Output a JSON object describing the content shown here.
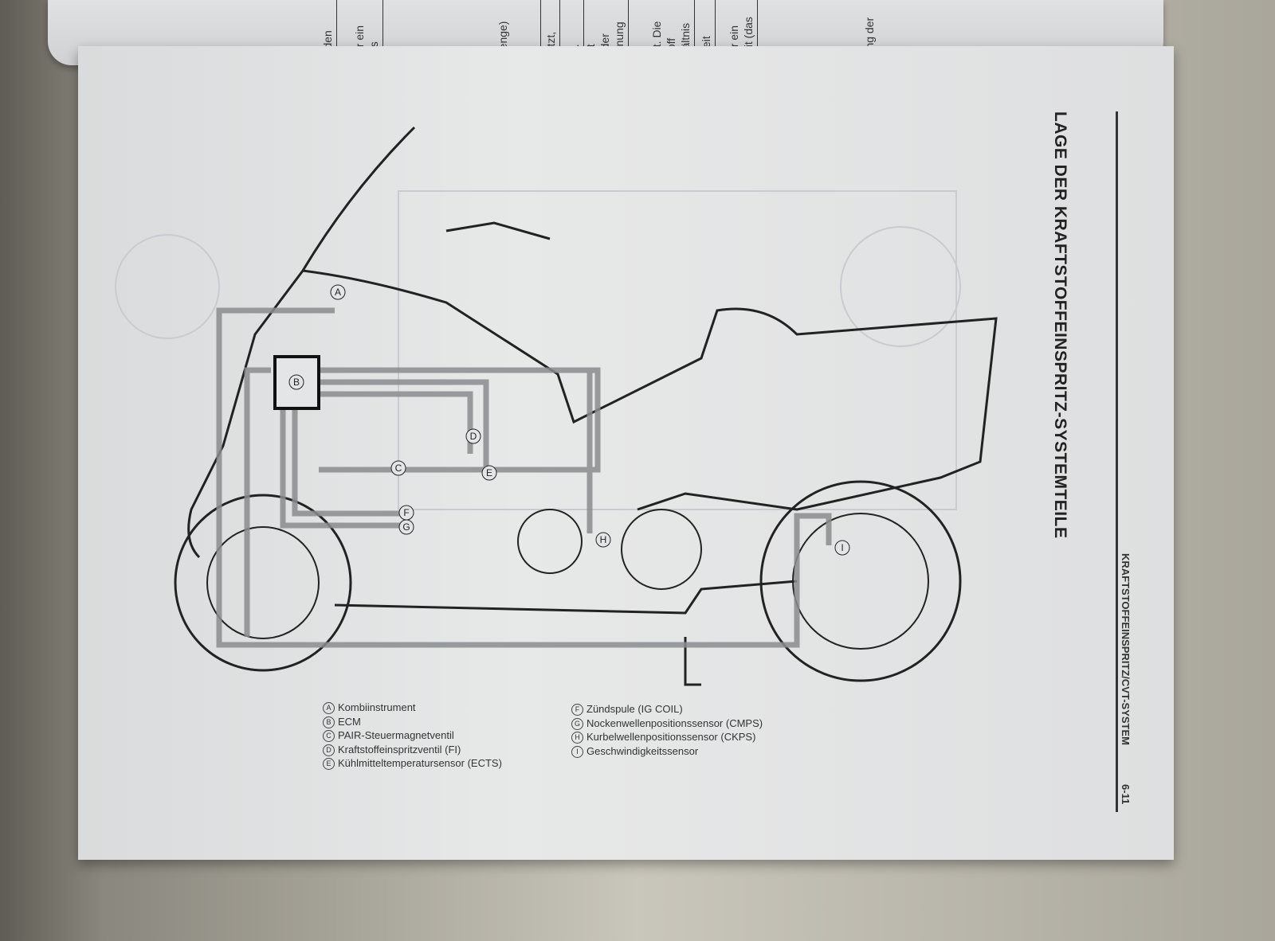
{
  "top_page": {
    "fragments": [
      "erden",
      "sor ein\nses",
      "Menge)\nnd\ne",
      "pritzt,",
      "zu.",
      "cht\ng der\nannung",
      "he\ntigt. Die\nstoff\nrhältnis",
      "zzeit",
      "sor ein\nzeit (das",
      "rung der"
    ]
  },
  "page": {
    "title": "LAGE DER KRAFTSTOFFEINSPRITZ-SYSTEMTEILE",
    "header": "KRAFTSTOFFEINSPRITZ/CVT-SYSTEM",
    "page_number": "6-11"
  },
  "callouts": [
    "A",
    "B",
    "C",
    "D",
    "E",
    "F",
    "G",
    "H",
    "I"
  ],
  "legend": {
    "left": [
      {
        "mark": "A",
        "text": "Kombiinstrument"
      },
      {
        "mark": "B",
        "text": "ECM"
      },
      {
        "mark": "C",
        "text": "PAIR-Steuermagnetventil"
      },
      {
        "mark": "D",
        "text": "Kraftstoffeinspritzventil (FI)"
      },
      {
        "mark": "E",
        "text": "Kühlmitteltemperatursensor (ECTS)"
      }
    ],
    "right": [
      {
        "mark": "F",
        "text": "Zündspule (IG COIL)"
      },
      {
        "mark": "G",
        "text": "Nockenwellenpositionssensor (CMPS)"
      },
      {
        "mark": "H",
        "text": "Kurbelwellenpositionssensor (CKPS)"
      },
      {
        "mark": "I",
        "text": "Geschwindigkeitssensor"
      }
    ]
  }
}
